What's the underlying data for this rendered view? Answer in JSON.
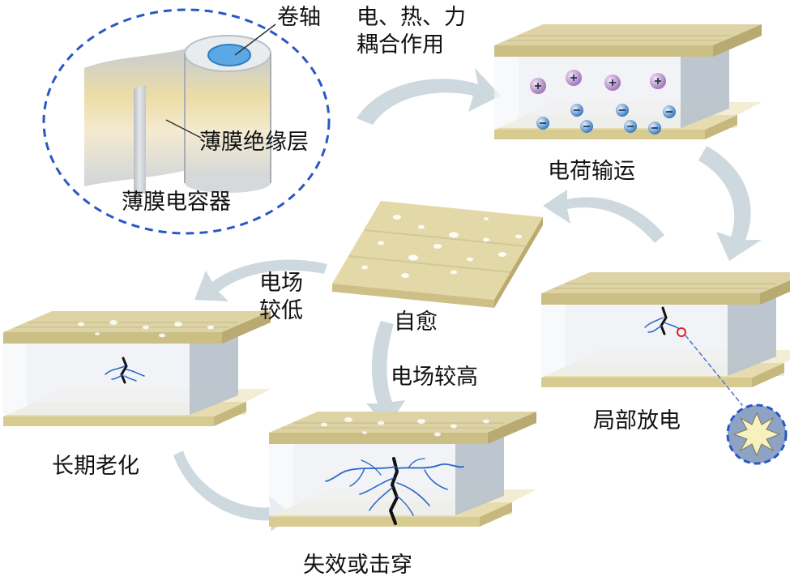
{
  "labels": {
    "reel": "卷轴",
    "coupling_line1": "电、热、力",
    "coupling_line2": "耦合作用",
    "film_insulation": "薄膜绝缘层",
    "film_capacitor": "薄膜电容器",
    "charge_transport": "电荷输运",
    "field_low_line1": "电场",
    "field_low_line2": "较低",
    "self_healing": "自愈",
    "partial_discharge": "局部放电",
    "field_high": "电场较高",
    "long_term_aging": "长期老化",
    "failure_breakdown": "失效或击穿"
  },
  "colors": {
    "electrode_top": "#ddd3a4",
    "electrode_side": "#cbbf86",
    "electrode_front": "#e6dcb0",
    "film_front": "#eef1f4",
    "film_side": "#b9c3cc",
    "arrow": "#cdd8df",
    "dash_circle": "#2a57c6",
    "tree": "#2a66c8",
    "crack": "#111111",
    "positive_charge": "#b48bc6",
    "negative_charge": "#4b8ed0",
    "spark": "#f7f1c0",
    "marker": "#e02020"
  }
}
